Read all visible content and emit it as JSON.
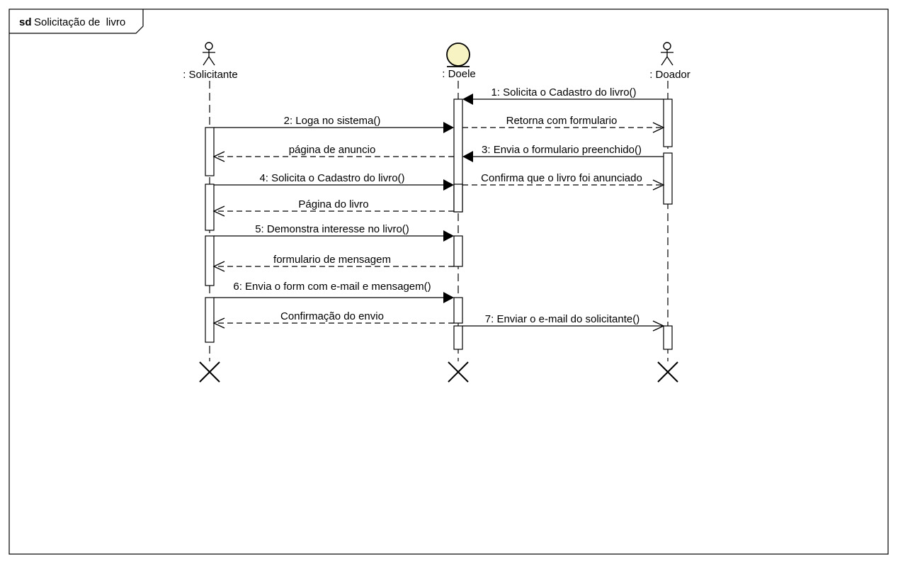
{
  "frame": {
    "keyword": "sd",
    "title": "Solicitação de  livro"
  },
  "lifelines": {
    "solicitante": {
      "label": ": Solicitante"
    },
    "doele": {
      "label": ": Doele",
      "fill": "#f7f3c2"
    },
    "doador": {
      "label": ": Doador"
    }
  },
  "messages": [
    {
      "label": "1: Solicita o Cadastro do livro()"
    },
    {
      "label": "2: Loga no sistema()"
    },
    {
      "label": "Retorna com formulario"
    },
    {
      "label": "página de anuncio"
    },
    {
      "label": "3: Envia o formulario preenchido()"
    },
    {
      "label": "4: Solicita o Cadastro do livro()"
    },
    {
      "label": "Confirma que o livro foi anunciado"
    },
    {
      "label": "Página do livro"
    },
    {
      "label": "5: Demonstra interesse no livro()"
    },
    {
      "label": "formulario de mensagem"
    },
    {
      "label": "6: Envia o form com e-mail e mensagem()"
    },
    {
      "label": "Confirmação do envio"
    },
    {
      "label": "7: Enviar o e-mail do solicitante()"
    }
  ]
}
